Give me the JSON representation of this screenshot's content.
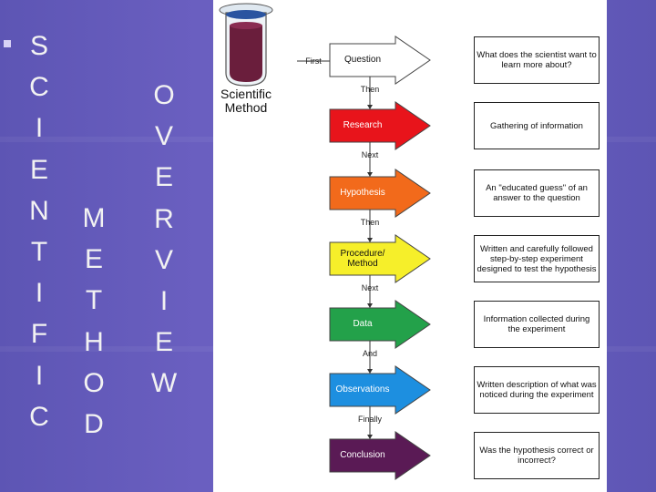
{
  "left": {
    "scientific": [
      "S",
      "C",
      "I",
      "E",
      "N",
      "T",
      "I",
      "F",
      "I",
      "C"
    ],
    "method": [
      "M",
      "E",
      "T",
      "H",
      "O",
      "D"
    ],
    "overview": [
      "O",
      "V",
      "E",
      "R",
      "V",
      "I",
      "E",
      "W"
    ]
  },
  "diagram": {
    "title_line1": "Scientific",
    "title_line2": "Method",
    "first_label": "First",
    "steps": [
      {
        "name": "Question",
        "color": "#ffffff",
        "text_color": "#111111",
        "connector": "Then",
        "desc": "What does the scientist want to learn more about?"
      },
      {
        "name": "Research",
        "color": "#e8141b",
        "text_color": "#ffffff",
        "connector": "Next",
        "desc": "Gathering of information"
      },
      {
        "name": "Hypothesis",
        "color": "#f26a1b",
        "text_color": "#ffffff",
        "connector": "Then",
        "desc": "An \"educated guess\" of an answer to the question"
      },
      {
        "name": "Procedure/ Method",
        "color": "#f6ef2a",
        "text_color": "#111111",
        "connector": "Next",
        "desc": "Written and carefully followed step-by-step experiment designed to test the hypothesis"
      },
      {
        "name": "Data",
        "color": "#23a14a",
        "text_color": "#ffffff",
        "connector": "And",
        "desc": "Information collected during the experiment"
      },
      {
        "name": "Observations",
        "color": "#1d8fe0",
        "text_color": "#ffffff",
        "connector": "Finally",
        "desc": "Written description of what was noticed during the experiment"
      },
      {
        "name": "Conclusion",
        "color": "#5a1a55",
        "text_color": "#ffffff",
        "connector": "",
        "desc": "Was the hypothesis correct or incorrect?"
      }
    ],
    "tube_color": "#6a1e3c"
  }
}
